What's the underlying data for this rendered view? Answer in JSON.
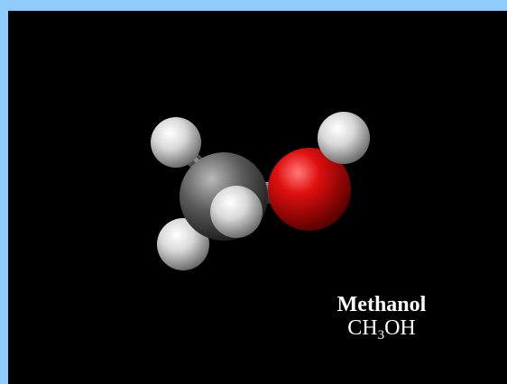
{
  "molecule": {
    "name": "Methanol",
    "formula": {
      "part1": "CH",
      "subscript": "3",
      "part2": "OH"
    },
    "atoms": [
      {
        "element": "H",
        "role": "hydrogen-top-left",
        "color": "#f0f0f0"
      },
      {
        "element": "H",
        "role": "hydrogen-bottom-left",
        "color": "#f0f0f0"
      },
      {
        "element": "C",
        "role": "carbon",
        "color": "#5a5a5a"
      },
      {
        "element": "H",
        "role": "hydrogen-front",
        "color": "#f0f0f0"
      },
      {
        "element": "O",
        "role": "oxygen",
        "color": "#cc0000"
      },
      {
        "element": "H",
        "role": "hydrogen-hydroxyl",
        "color": "#f0f0f0"
      }
    ]
  },
  "colors": {
    "border": "#8ecbfa",
    "background": "#000000",
    "caption": "#ffffff"
  }
}
